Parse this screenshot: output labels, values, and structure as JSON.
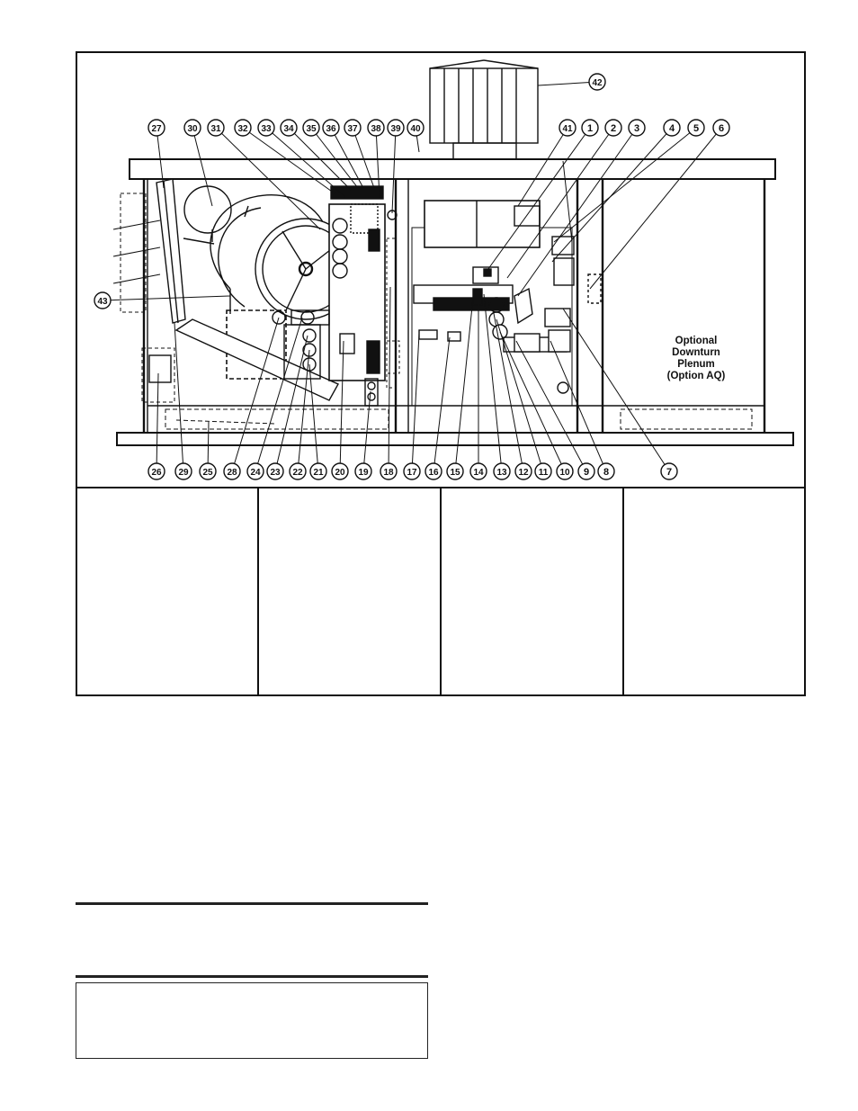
{
  "diagram": {
    "plenum_label": [
      "Optional",
      "Downturn",
      "Plenum",
      "(Option AQ)"
    ],
    "callouts_top": [
      "27",
      "30",
      "31",
      "32",
      "33",
      "34",
      "35",
      "36",
      "37",
      "38",
      "39",
      "40",
      "41",
      "1",
      "2",
      "3",
      "4",
      "5",
      "6"
    ],
    "callouts_bottom": [
      "26",
      "29",
      "25",
      "28",
      "24",
      "23",
      "22",
      "21",
      "20",
      "19",
      "18",
      "17",
      "16",
      "15",
      "14",
      "13",
      "12",
      "11",
      "10",
      "9",
      "8",
      "7"
    ],
    "callout_42": "42",
    "callout_43": "43"
  }
}
